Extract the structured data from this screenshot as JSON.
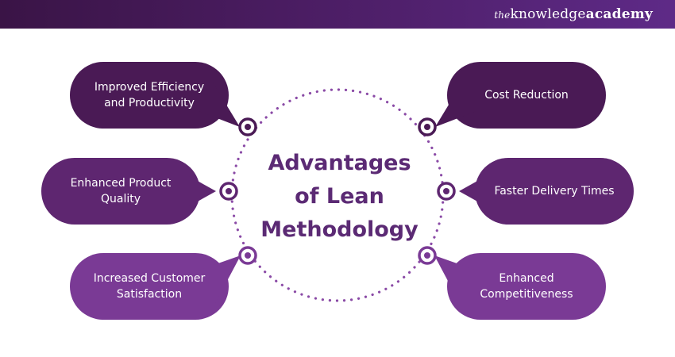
{
  "brand": {
    "the": "the",
    "knowledge": "knowledge",
    "academy": "academy"
  },
  "title": {
    "line1": "Advantages",
    "line2": "of Lean",
    "line3": "Methodology"
  },
  "advantages": [
    {
      "label": "Improved Efficiency and Productivity",
      "line1": "Improved Efficiency",
      "line2": "and Productivity",
      "color": "#4a1a55"
    },
    {
      "label": "Enhanced Product Quality",
      "line1": "Enhanced Product",
      "line2": "Quality",
      "color": "#5e2670"
    },
    {
      "label": "Increased Customer Satisfaction",
      "line1": "Increased Customer",
      "line2": "Satisfaction",
      "color": "#7a3a95"
    },
    {
      "label": "Cost Reduction",
      "line1": "Cost Reduction",
      "line2": "",
      "color": "#4a1a55"
    },
    {
      "label": "Faster Delivery Times",
      "line1": "Faster Delivery Times",
      "line2": "",
      "color": "#5e2670"
    },
    {
      "label": "Enhanced Competitiveness",
      "line1": "Enhanced",
      "line2": "Competitiveness",
      "color": "#7a3a95"
    }
  ],
  "colors": {
    "circle_dots": "#8a4aa6",
    "marker": "#4a1a55",
    "title": "#5b2a74"
  }
}
